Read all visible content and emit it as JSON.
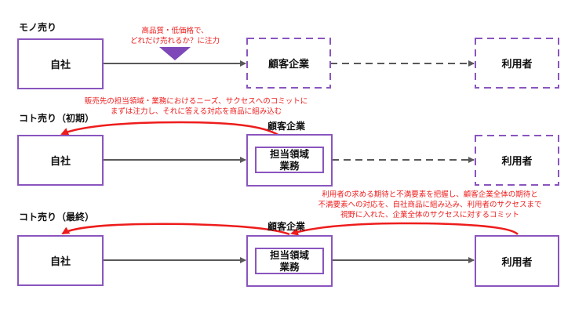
{
  "colors": {
    "box_border": "#8a55be",
    "arrow": "#595959",
    "feedback": "#ee1c1c",
    "note_text": "#ee1c1c",
    "marker": "#7e48b8"
  },
  "rows": [
    {
      "title": "モノ売り",
      "self_box": "自社",
      "customer_box": "顧客企業",
      "user_box": "利用者",
      "note": [
        "高品質・低価格で、",
        "どれだけ売れるか？に注力"
      ]
    },
    {
      "title": "コト売り（初期）",
      "self_box": "自社",
      "customer_label": "顧客企業",
      "customer_inner": [
        "担当領域",
        "業務"
      ],
      "user_box": "利用者",
      "note": [
        "販売先の担当領域・業務におけるニーズ、サクセスへのコミットに",
        "まずは注力し、それに答える対応を商品に組み込む"
      ]
    },
    {
      "title": "コト売り（最終）",
      "self_box": "自社",
      "customer_label": "顧客企業",
      "customer_inner": [
        "担当領域",
        "業務"
      ],
      "user_box": "利用者",
      "note": [
        "利用者の求める期待と不満要素を把握し、顧客企業全体の期待と",
        "不満要素への対応を、自社商品に組み込み、利用者のサクセスまで",
        "視野に入れた、企業全体のサクセスに対するコミット"
      ]
    }
  ]
}
